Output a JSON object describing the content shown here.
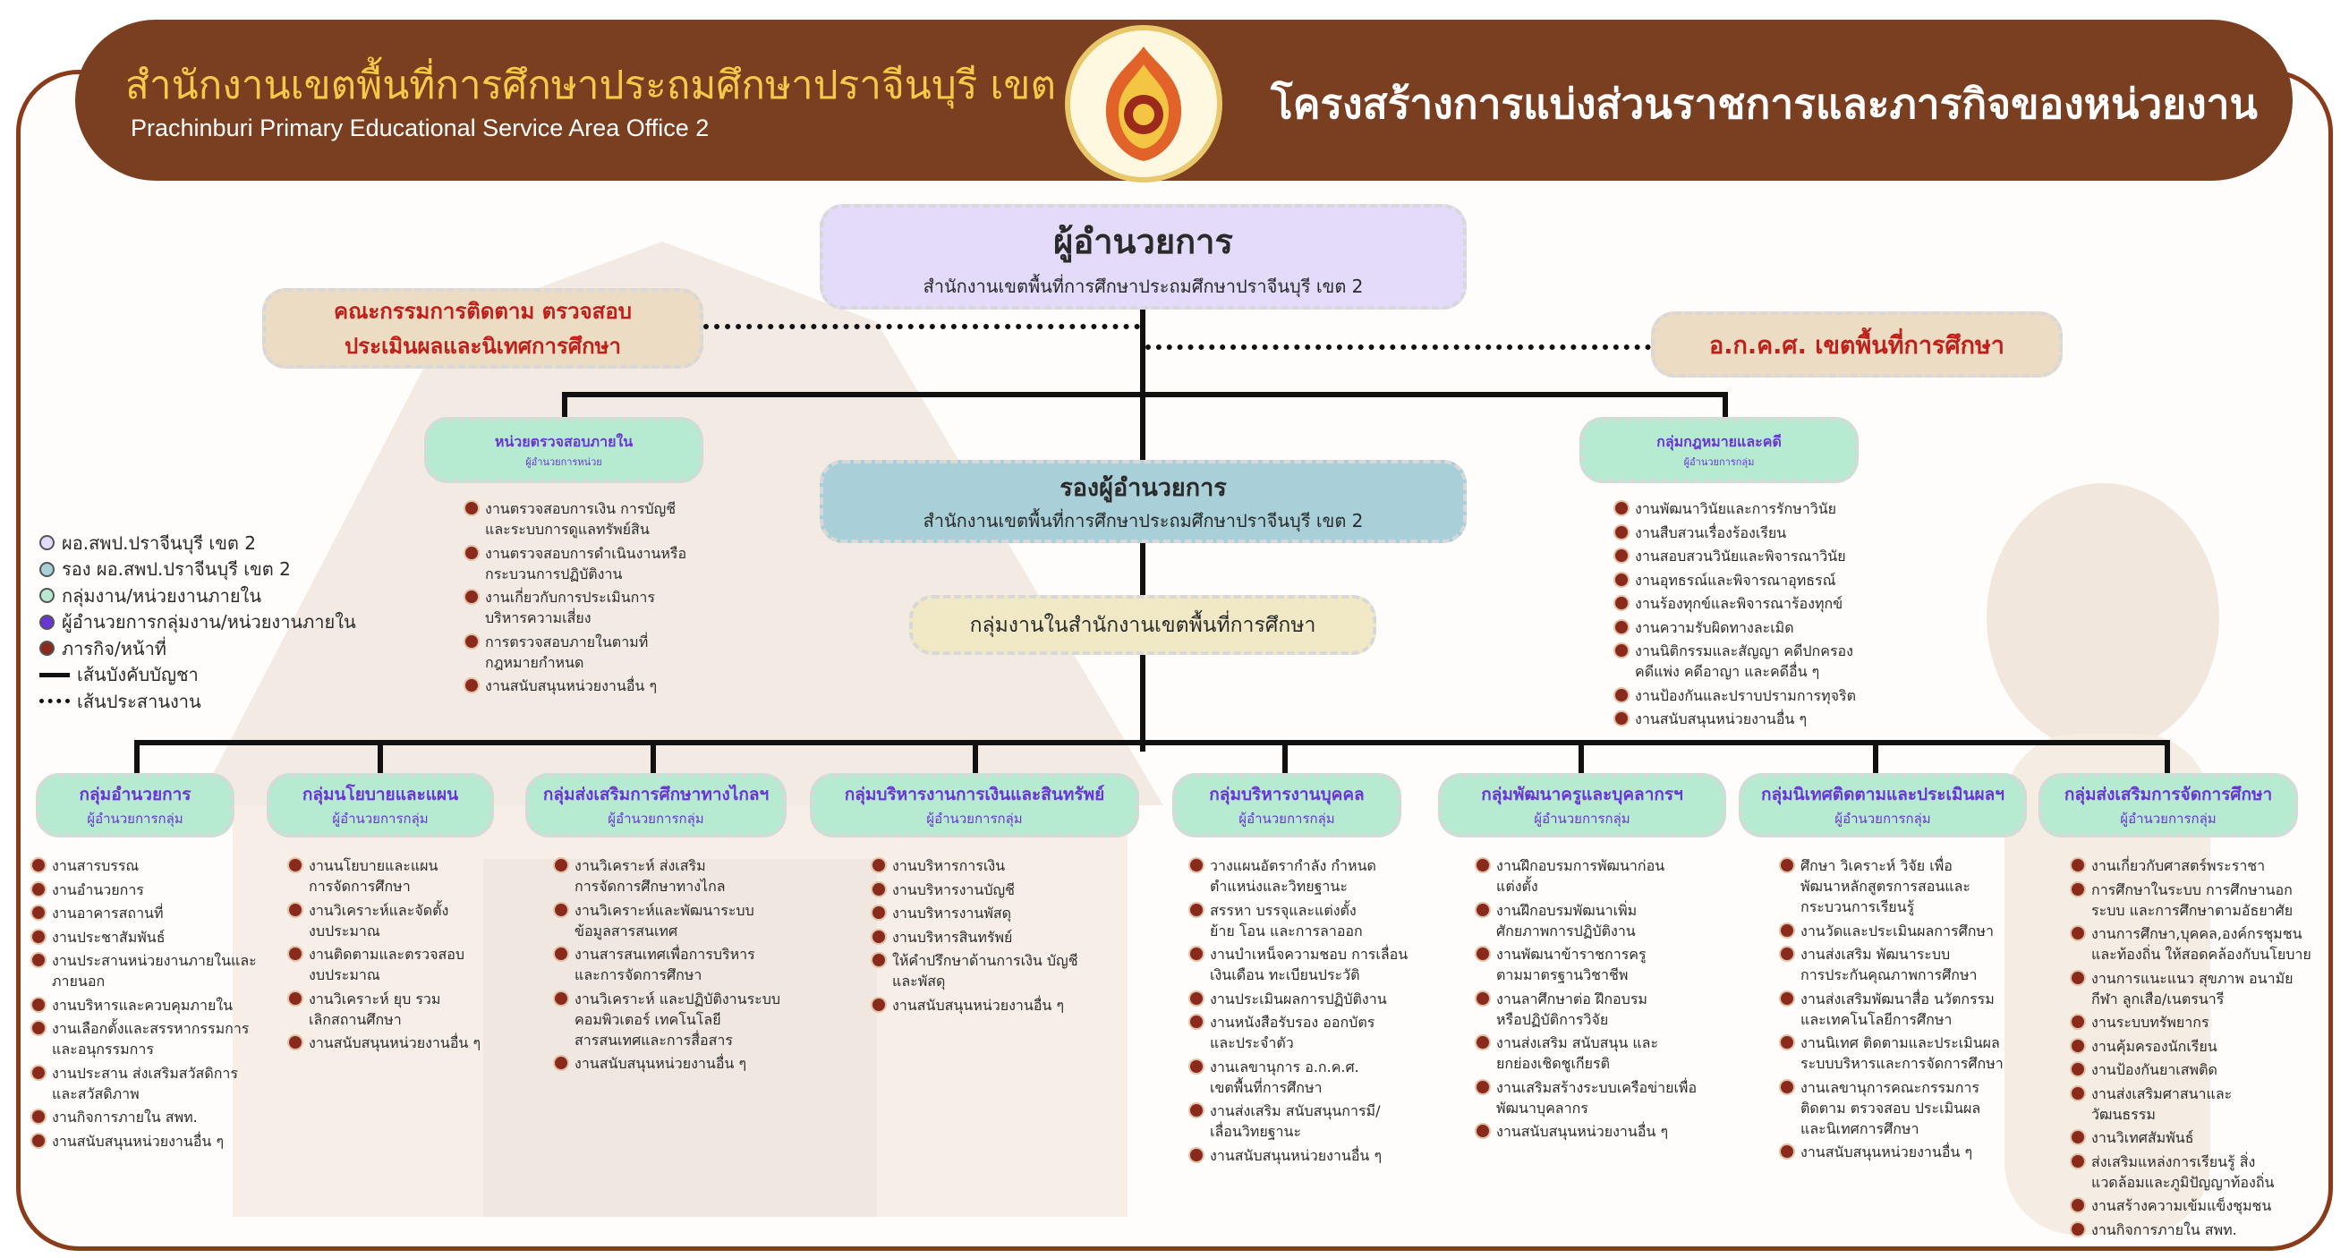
{
  "header": {
    "title_th": "สำนักงานเขตพื้นที่การศึกษาประถมศึกษาปราจีนบุรี เขต 2",
    "title_en": "Prachinburi Primary Educational Service Area Office 2",
    "title_right": "โครงสร้างการแบ่งส่วนราชการและภารกิจของหน่วยงาน",
    "logo_icon": "emblem-logo-icon"
  },
  "director": {
    "title": "ผู้อำนวยการ",
    "subtitle": "สำนักงานเขตพื้นที่การศึกษาประถมศึกษาปราจีนบุรี เขต 2"
  },
  "committee": {
    "line1": "คณะกรรมการติดตาม ตรวจสอบ",
    "line2": "ประเมินผลและนิเทศการศึกษา"
  },
  "akkhs": {
    "label": "อ.ก.ค.ศ. เขตพื้นที่การศึกษา"
  },
  "deputy": {
    "title": "รองผู้อำนวยการ",
    "subtitle": "สำนักงานเขตพื้นที่การศึกษาประถมศึกษาปราจีนบุรี เขต 2"
  },
  "office_groups": {
    "label": "กลุ่มงานในสำนักงานเขตพื้นที่การศึกษา"
  },
  "audit_unit": {
    "title": "หน่วยตรวจสอบภายใน",
    "subtitle": "ผู้อำนวยการหน่วย",
    "items": [
      [
        "งานตรวจสอบการเงิน การบัญชี",
        "และระบบการดูแลทรัพย์สิน"
      ],
      [
        "งานตรวจสอบการดำเนินงานหรือ",
        "กระบวนการปฏิบัติงาน"
      ],
      [
        "งานเกี่ยวกับการประเมินการ",
        "บริหารความเสี่ยง"
      ],
      [
        "การตรวจสอบภายในตามที่",
        "กฎหมายกำหนด"
      ],
      [
        "งานสนับสนุนหน่วยงานอื่น ๆ"
      ]
    ]
  },
  "legal_group": {
    "title": "กลุ่มกฎหมายและคดี",
    "subtitle": "ผู้อำนวยการกลุ่ม",
    "items": [
      [
        "งานพัฒนาวินัยและการรักษาวินัย"
      ],
      [
        "งานสืบสวนเรื่องร้องเรียน"
      ],
      [
        "งานสอบสวนวินัยและพิจารณาวินัย"
      ],
      [
        "งานอุทธรณ์และพิจารณาอุทธรณ์"
      ],
      [
        "งานร้องทุกข์และพิจารณาร้องทุกข์"
      ],
      [
        "งานความรับผิดทางละเมิด"
      ],
      [
        " งานนิติกรรมและสัญญา คดีปกครอง",
        "คดีแพ่ง คดีอาญา และคดีอื่น ๆ"
      ],
      [
        "งานป้องกันและปราบปรามการทุจริต"
      ],
      [
        "งานสนับสนุนหน่วยงานอื่น ๆ"
      ]
    ]
  },
  "legend": [
    {
      "label": "ผอ.สพป.ปราจีนบุรี เขต 2",
      "color": "#e4dbfb"
    },
    {
      "label": "รอง ผอ.สพป.ปราจีนบุรี เขต 2",
      "color": "#a9cfd8"
    },
    {
      "label": "กลุ่มงาน/หน่วยงานภายใน",
      "color": "#b6ead1"
    },
    {
      "label": "ผู้อำนวยการกลุ่มงาน/หน่วยงานภายใน",
      "color": "#6a35d6"
    },
    {
      "label": "ภารกิจ/หน้าที่",
      "color": "#8a2a1c"
    },
    {
      "label": "เส้นบังคับบัญชา"
    },
    {
      "label": "เส้นประสานงาน"
    }
  ],
  "groups": [
    {
      "title": "กลุ่มอำนวยการ",
      "subtitle": "ผู้อำนวยการกลุ่ม",
      "items": [
        [
          "งานสารบรรณ"
        ],
        [
          "งานอำนวยการ"
        ],
        [
          "งานอาคารสถานที่"
        ],
        [
          "งานประชาสัมพันธ์"
        ],
        [
          "งานประสานหน่วยงานภายในและ",
          "ภายนอก"
        ],
        [
          "งานบริหารและควบคุมภายใน"
        ],
        [
          "งานเลือกตั้งและสรรหากรรมการ",
          "และอนุกรรมการ"
        ],
        [
          "งานประสาน ส่งเสริมสวัสดิการ",
          "และสวัสดิภาพ"
        ],
        [
          "งานกิจการภายใน สพท."
        ],
        [
          "งานสนับสนุนหน่วยงานอื่น ๆ"
        ]
      ]
    },
    {
      "title": "กลุ่มนโยบายและแผน",
      "subtitle": "ผู้อำนวยการกลุ่ม",
      "items": [
        [
          "งานนโยบายและแผน",
          "การจัดการศึกษา"
        ],
        [
          "งานวิเคราะห์และจัดตั้ง",
          "งบประมาณ"
        ],
        [
          "งานติดตามและตรวจสอบ",
          "งบประมาณ"
        ],
        [
          "งานวิเคราะห์ ยุบ รวม",
          "เลิกสถานศึกษา"
        ],
        [
          "งานสนับสนุนหน่วยงานอื่น ๆ"
        ]
      ]
    },
    {
      "title": "กลุ่มส่งเสริมการศึกษาทางไกลฯ",
      "subtitle": "ผู้อำนวยการกลุ่ม",
      "items": [
        [
          "งานวิเคราะห์ ส่งเสริม",
          "การจัดการศึกษาทางไกล"
        ],
        [
          "งานวิเคราะห์และพัฒนาระบบ",
          "ข้อมูลสารสนเทศ"
        ],
        [
          "งานสารสนเทศเพื่อการบริหาร",
          "และการจัดการศึกษา"
        ],
        [
          "งานวิเคราะห์ และปฏิบัติงานระบบ",
          "คอมพิวเตอร์ เทคโนโลยี",
          "สารสนเทศและการสื่อสาร"
        ],
        [
          "งานสนับสนุนหน่วยงานอื่น ๆ"
        ]
      ]
    },
    {
      "title": "กลุ่มบริหารงานการเงินและสินทรัพย์",
      "subtitle": "ผู้อำนวยการกลุ่ม",
      "items": [
        [
          "งานบริหารการเงิน"
        ],
        [
          "งานบริหารงานบัญชี"
        ],
        [
          "งานบริหารงานพัสดุ"
        ],
        [
          "งานบริหารสินทรัพย์"
        ],
        [
          "ให้คำปรึกษาด้านการเงิน บัญชี",
          "และพัสดุ"
        ],
        [
          "งานสนับสนุนหน่วยงานอื่น ๆ"
        ]
      ]
    },
    {
      "title": "กลุ่มบริหารงานบุคคล",
      "subtitle": "ผู้อำนวยการกลุ่ม",
      "items": [
        [
          "วางแผนอัตรากำลัง กำหนด",
          "ตำแหน่งและวิทยฐานะ"
        ],
        [
          " สรรหา บรรจุและแต่งตั้ง",
          "ย้าย โอน และการลาออก"
        ],
        [
          "งานบำเหน็จความชอบ การเลื่อน",
          "เงินเดือน ทะเบียนประวัติ"
        ],
        [
          "งานประเมินผลการปฏิบัติงาน"
        ],
        [
          "งานหนังสือรับรอง ออกบัตร",
          "และประจำตัว"
        ],
        [
          "งานเลขานุการ อ.ก.ค.ศ.",
          "เขตพื้นที่การศึกษา"
        ],
        [
          "งานส่งเสริม สนับสนุนการมี/",
          "เลื่อนวิทยฐานะ"
        ],
        [
          "งานสนับสนุนหน่วยงานอื่น ๆ"
        ]
      ]
    },
    {
      "title": "กลุ่มพัฒนาครูและบุคลากรฯ",
      "subtitle": "ผู้อำนวยการกลุ่ม",
      "items": [
        [
          "งานฝึกอบรมการพัฒนาก่อน",
          "แต่งตั้ง"
        ],
        [
          "งานฝึกอบรมพัฒนาเพิ่ม",
          "ศักยภาพการปฏิบัติงาน"
        ],
        [
          "งานพัฒนาข้าราชการครู",
          "ตามมาตรฐานวิชาชีพ"
        ],
        [
          "งานลาศึกษาต่อ ฝึกอบรม",
          "หรือปฏิบัติการวิจัย"
        ],
        [
          "งานส่งเสริม สนับสนุน และ",
          "ยกย่องเชิดชูเกียรติ"
        ],
        [
          "งานเสริมสร้างระบบเครือข่ายเพื่อ",
          "พัฒนาบุคลากร"
        ],
        [
          "งานสนับสนุนหน่วยงานอื่น ๆ"
        ]
      ]
    },
    {
      "title": "กลุ่มนิเทศติดตามและประเมินผลฯ",
      "subtitle": "ผู้อำนวยการกลุ่ม",
      "items": [
        [
          "ศึกษา วิเคราะห์ วิจัย เพื่อ",
          "พัฒนาหลักสูตรการสอนและ",
          "กระบวนการเรียนรู้"
        ],
        [
          "งานวัดและประเมินผลการศึกษา"
        ],
        [
          "งานส่งเสริม พัฒนาระบบ",
          "การประกันคุณภาพการศึกษา"
        ],
        [
          "งานส่งเสริมพัฒนาสื่อ นวัตกรรม",
          "และเทคโนโลยีการศึกษา"
        ],
        [
          "งานนิเทศ ติดตามและประเมินผล",
          "ระบบบริหารและการจัดการศึกษา"
        ],
        [
          "งานเลขานุการคณะกรรมการ",
          "ติดตาม ตรวจสอบ ประเมินผล",
          "และนิเทศการศึกษา"
        ],
        [
          "งานสนับสนุนหน่วยงานอื่น ๆ"
        ]
      ]
    },
    {
      "title": "กลุ่มส่งเสริมการจัดการศึกษา",
      "subtitle": "ผู้อำนวยการกลุ่ม",
      "items": [
        [
          "งานเกี่ยวกับศาสตร์พระราชา"
        ],
        [
          "การศึกษาในระบบ การศึกษานอก",
          "ระบบ และการศึกษาตามอัธยาศัย"
        ],
        [
          "งานการศึกษา,บุคคล,องค์กรชุมชน",
          "และท้องถิ่น ให้สอดคล้องกับนโยบาย"
        ],
        [
          "งานการแนะแนว สุขภาพ อนามัย",
          "กีฬา ลูกเสือ/เนตรนารี"
        ],
        [
          "งานระบบทรัพยากร"
        ],
        [
          "งานคุ้มครองนักเรียน"
        ],
        [
          "งานป้องกันยาเสพติด"
        ],
        [
          "งานส่งเสริมศาสนาและ",
          "วัฒนธรรม"
        ],
        [
          "งานวิเทศสัมพันธ์"
        ],
        [
          "ส่งเสริมแหล่งการเรียนรู้ สิ่ง",
          "แวดล้อมและภูมิปัญญาท้องถิ่น"
        ],
        [
          "งานสร้างความเข้มแข็งชุมชน"
        ],
        [
          "งานกิจการภายใน สพท."
        ]
      ]
    }
  ]
}
